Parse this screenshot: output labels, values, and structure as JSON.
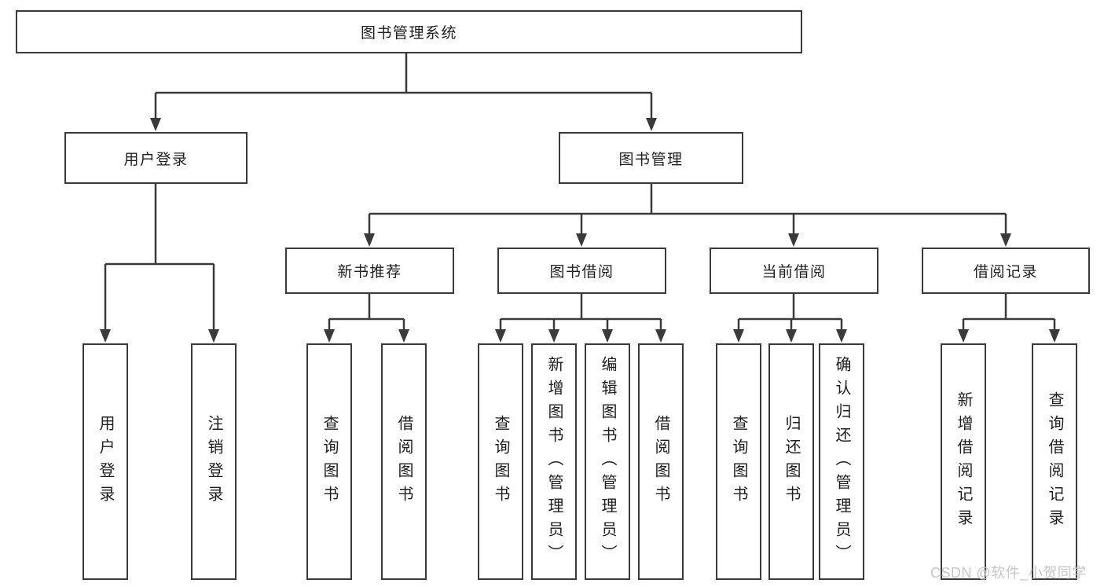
{
  "colors": {
    "line": "#3a3a3a",
    "box_background": "#ffffff",
    "text": "#1f1f1f",
    "watermark": "#c6c6c6"
  },
  "tree": {
    "root": {
      "label": "图书管理系统"
    },
    "branches": [
      {
        "label": "用户登录",
        "leaves": [
          {
            "label": "用户登录"
          },
          {
            "label": "注销登录"
          }
        ]
      },
      {
        "label": "图书管理",
        "groups": [
          {
            "label": "新书推荐",
            "leaves": [
              {
                "label": "查询图书"
              },
              {
                "label": "借阅图书"
              }
            ]
          },
          {
            "label": "图书借阅",
            "leaves": [
              {
                "label": "查询图书"
              },
              {
                "label": "新增图书（管理员）"
              },
              {
                "label": "编辑图书（管理员）"
              },
              {
                "label": "借阅图书"
              }
            ]
          },
          {
            "label": "当前借阅",
            "leaves": [
              {
                "label": "查询图书"
              },
              {
                "label": "归还图书"
              },
              {
                "label": "确认归还（管理员）"
              }
            ]
          },
          {
            "label": "借阅记录",
            "leaves": [
              {
                "label": "新增借阅记录"
              },
              {
                "label": "查询借阅记录"
              }
            ]
          }
        ]
      }
    ]
  },
  "watermark": {
    "text": "CSDN @软件_小贺同学"
  }
}
